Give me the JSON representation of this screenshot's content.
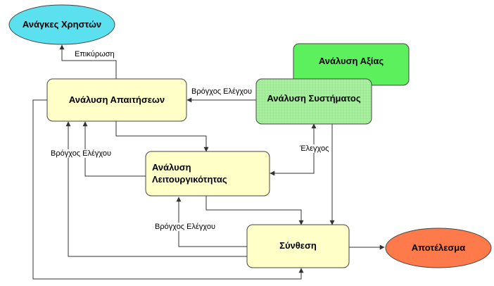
{
  "nodes": {
    "user_needs": "Ανάγκες Χρηστών",
    "value_analysis": "Ανάλυση Αξίας",
    "requirements_analysis": "Ανάλυση Απαιτήσεων",
    "system_analysis": "Ανάλυση Συστήματος",
    "functional_analysis_line1": "Ανάλυση",
    "functional_analysis_line2": "Λειτουργικότητας",
    "synthesis": "Σύνθεση",
    "result": "Αποτέλεσμα"
  },
  "edge_labels": {
    "validation": "Επικύρωση",
    "control_loop_top": "Βρόγχος Ελέγχου",
    "control_loop_left": "Βρόγχος Ελέγχου",
    "control_loop_bottom": "Βρόγχος Ελέγχου",
    "control": "Έλεγχος"
  },
  "colors": {
    "user_needs_fill": "#5be0f0",
    "value_analysis_fill": "#5cf05c",
    "system_analysis_fill": "#a8f0a0",
    "process_fill": "#ffffc8",
    "result_fill": "#ff7a4a",
    "stroke": "#444444"
  }
}
